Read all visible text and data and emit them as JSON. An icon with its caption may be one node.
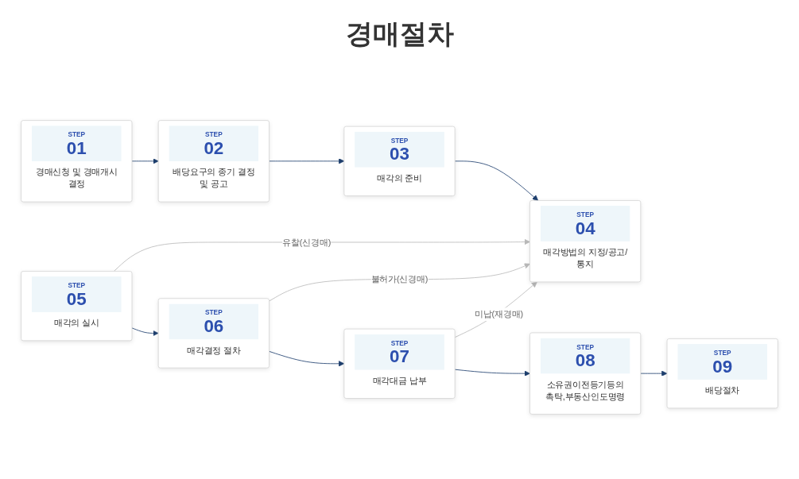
{
  "diagram": {
    "title": "경매절차",
    "nodes": [
      {
        "text": [
          "STEP",
          "01",
          "경매신청 및 경매개시 결정"
        ]
      },
      {
        "text": [
          "STEP",
          "02",
          "배당요구의 종기 결정 및 공고"
        ]
      },
      {
        "text": [
          "STEP",
          "03",
          "매각의 준비"
        ]
      },
      {
        "text": [
          "STEP",
          "04",
          "매각방법의 지정/공고/통지"
        ]
      },
      {
        "text": [
          "STEP",
          "05",
          "매각의 실시"
        ]
      },
      {
        "text": [
          "STEP",
          "06",
          "매각결정 절차"
        ]
      },
      {
        "text": [
          "STEP",
          "07",
          "매각대금 납부"
        ]
      },
      {
        "text": [
          "STEP",
          "08",
          "소유권이전등기등의 촉탁,부동산인도명령"
        ]
      },
      {
        "text": [
          "STEP",
          "09",
          "배당절차"
        ]
      }
    ],
    "edges": [
      {
        "from": 0,
        "to": 1,
        "arrow": "to"
      },
      {
        "from": 1,
        "to": 2,
        "arrow": "to"
      },
      {
        "from": 2,
        "to": 3,
        "arrow": "to"
      },
      {
        "from": 4,
        "to": 3,
        "arrow": "to",
        "label": "유찰(신경매)",
        "color": "#b9b9b9"
      },
      {
        "from": 5,
        "to": 3,
        "arrow": "to",
        "label": "불허가(신경매)",
        "color": "#b9b9b9"
      },
      {
        "from": 6,
        "to": 3,
        "arrow": "to",
        "label": "미납(재경매)",
        "color": "#b9b9b9"
      },
      {
        "from": 4,
        "to": 5,
        "arrow": "to"
      },
      {
        "from": 5,
        "to": 6,
        "arrow": "to"
      },
      {
        "from": 6,
        "to": 7,
        "arrow": "to"
      },
      {
        "from": 7,
        "to": 8,
        "arrow": "to"
      }
    ]
  }
}
